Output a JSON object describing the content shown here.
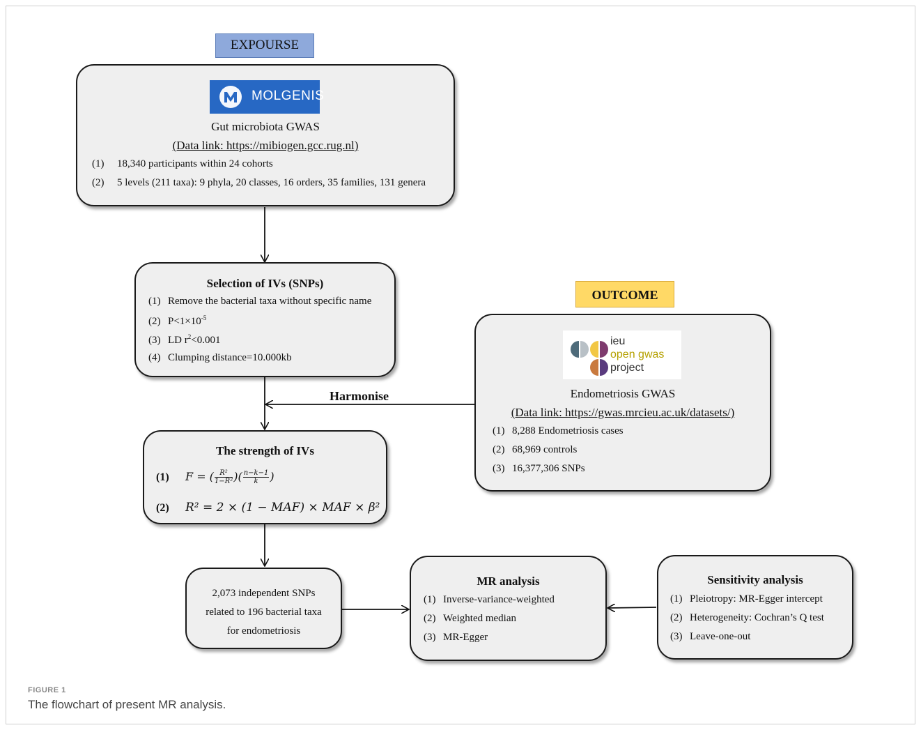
{
  "exposure": {
    "tag": "EXPOURSE",
    "logo_text": "MOLGENIS",
    "title": "Gut microbiota GWAS",
    "link": "(Data link: https://mibiogen.gcc.rug.nl)",
    "items": [
      {
        "num": "(1)",
        "text": "18,340 participants within 24 cohorts"
      },
      {
        "num": "(2)",
        "text": "5 levels (211 taxa): 9 phyla, 20 classes, 16 orders, 35 families, 131 genera"
      }
    ]
  },
  "selection": {
    "title": "Selection of IVs (SNPs)",
    "items": [
      {
        "num": "(1)",
        "text": "Remove the bacterial taxa without specific name"
      },
      {
        "num": "(2)",
        "text": "P<1×10",
        "sup": "-5"
      },
      {
        "num": "(3)",
        "text_pre": "LD r",
        "sup": "2",
        "text_post": "<0.001"
      },
      {
        "num": "(4)",
        "text": "Clumping distance=10.000kb"
      }
    ]
  },
  "outcome": {
    "tag": "OUTCOME",
    "logo_lines": [
      "ieu",
      "open gwas",
      "project"
    ],
    "title": "Endometriosis GWAS",
    "link": "(Data link: https://gwas.mrcieu.ac.uk/datasets/)",
    "items": [
      {
        "num": "(1)",
        "text": "8,288 Endometriosis cases"
      },
      {
        "num": "(2)",
        "text": "68,969 controls"
      },
      {
        "num": "(3)",
        "text": "16,377,306 SNPs"
      }
    ]
  },
  "harmonise_label": "Harmonise",
  "strength": {
    "title": "The strength of IVs",
    "items": [
      {
        "num": "(1)"
      },
      {
        "num": "(2)"
      }
    ]
  },
  "snps": {
    "lines": [
      "2,073 independent SNPs",
      "related to 196 bacterial taxa",
      "for endometriosis"
    ]
  },
  "mr": {
    "title": "MR analysis",
    "items": [
      {
        "num": "(1)",
        "text": "Inverse-variance-weighted"
      },
      {
        "num": "(2)",
        "text": "Weighted median"
      },
      {
        "num": "(3)",
        "text": "MR-Egger"
      }
    ]
  },
  "sensitivity": {
    "title": "Sensitivity analysis",
    "items": [
      {
        "num": "(1)",
        "text": "Pleiotropy: MR-Egger intercept"
      },
      {
        "num": "(2)",
        "text": "Heterogeneity: Cochran’s Q test"
      },
      {
        "num": "(3)",
        "text": "Leave-one-out"
      }
    ]
  },
  "caption": {
    "label": "FIGURE 1",
    "text": "The flowchart of present MR analysis."
  },
  "colors": {
    "exposure_tag": "#8ea9db",
    "outcome_tag": "#ffd966",
    "molgenis_blue": "#2768c4",
    "box_fill": "#efefef"
  }
}
